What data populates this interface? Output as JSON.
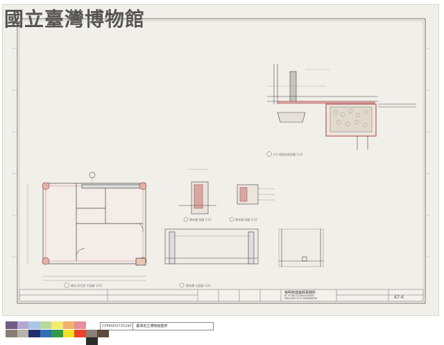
{
  "watermark": {
    "text": "國立臺灣博物館"
  },
  "sheet": {
    "sheet_number": "A7-6",
    "firm_name_zh": "吳明修建築師事務所",
    "firm_name_en": "M. H. WU & ASSOCIATES",
    "firm_subtitle": "ARCHITECTS & ENGINEERS"
  },
  "archive": {
    "code": "CPM0000725240",
    "name": "臺灣省立博物館整修"
  },
  "swatches": [
    "#6f5b86",
    "#b6a6cf",
    "#a7c6e6",
    "#b9d89b",
    "#f2ec6e",
    "#f2b06f",
    "#e78f9c",
    "#ffffff",
    "#8a7f75",
    "#b9b2aa",
    "#1f2f6e",
    "#2f6fb4",
    "#2f9a4a",
    "#f7df24",
    "#e9432a",
    "#d5215f",
    "#5c4a3d",
    "#2b2b2b"
  ]
}
